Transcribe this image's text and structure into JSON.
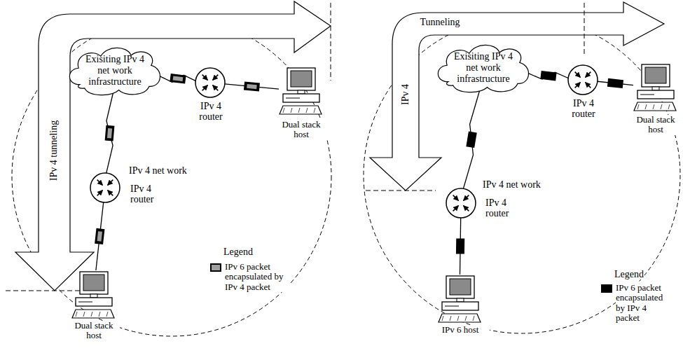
{
  "diagram": {
    "nodes": [
      {
        "text": [
          "Exisiting IPv 4 net work infrastructure"
        ]
      },
      {
        "text": [
          "IPv 4 router"
        ]
      },
      {
        "text": [
          "Dual stack host"
        ]
      },
      {
        "text": [
          "IPv 4 net work",
          "IPv 4 router"
        ]
      },
      {
        "text": [
          "Dual stack host"
        ]
      },
      {
        "text": [
          "Exisiting IPv 4 net work infrastructure"
        ]
      },
      {
        "text": [
          "IPv 4 router"
        ]
      },
      {
        "text": [
          "Dual stack host"
        ]
      },
      {
        "text": [
          "IPv 4 net work",
          "IPv 4 router"
        ]
      },
      {
        "text": [
          "IPv 6 host"
        ]
      }
    ],
    "edges": [
      {
        "from": 0,
        "to": 1,
        "arrow": "none"
      },
      {
        "from": 1,
        "to": 2,
        "arrow": "none"
      },
      {
        "from": 0,
        "to": 3,
        "arrow": "none"
      },
      {
        "from": 3,
        "to": 4,
        "arrow": "none"
      },
      {
        "from": 5,
        "to": 6,
        "arrow": "none"
      },
      {
        "from": 6,
        "to": 7,
        "arrow": "none"
      },
      {
        "from": 5,
        "to": 8,
        "arrow": "none"
      },
      {
        "from": 8,
        "to": 9,
        "arrow": "none"
      }
    ],
    "labels": [
      "IPv 4 tunneling",
      "Legend",
      "Tunneling",
      "IPv 4",
      "Legend"
    ],
    "legend": [
      {
        "text": "IPv 6 packet encapsulated by IPv 4 packet",
        "color": "#a0a0a0"
      },
      {
        "text": "IPv 6 packet encapsulated by IPv 4 packet",
        "color": "#000000"
      }
    ]
  }
}
